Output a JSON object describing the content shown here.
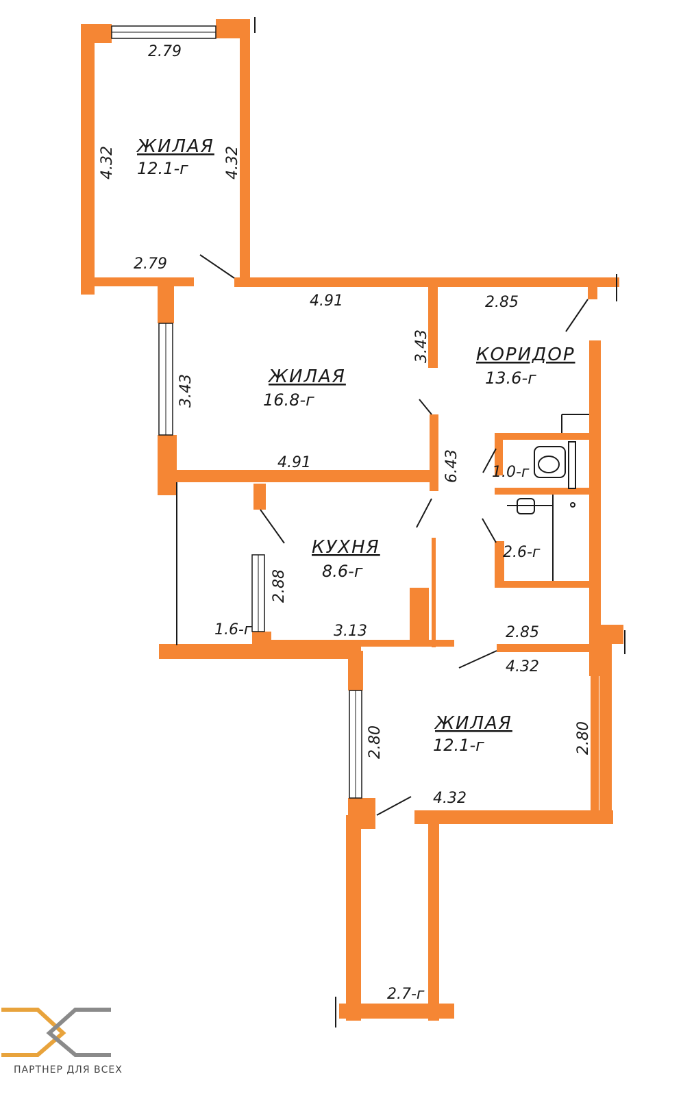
{
  "colors": {
    "wall": "#f58634",
    "line": "#1a1a1a",
    "logo_orange": "#e8a33c",
    "logo_gray": "#8a8a8a"
  },
  "rooms": [
    {
      "name": "ЖИЛАЯ",
      "area": "12.1-г"
    },
    {
      "name": "ЖИЛАЯ",
      "area": "16.8-г"
    },
    {
      "name": "КОРИДОР",
      "area": "13.6-г"
    },
    {
      "name": "КУХНЯ",
      "area": "8.6-г"
    },
    {
      "name": "ЖИЛАЯ",
      "area": "12.1-г"
    }
  ],
  "small_areas": [
    "1.0-г",
    "2.6-г",
    "1.6-г",
    "2.7-г"
  ],
  "dimensions": {
    "room1_top": "2.79",
    "room1_left": "4.32",
    "room1_right": "4.32",
    "room1_bottom": "2.79",
    "room2_top": "4.91",
    "room2_left": "3.43",
    "room2_right": "3.43",
    "room2_bottom": "4.91",
    "corridor_top": "2.85",
    "corridor_long": "6.43",
    "kitchen_left": "2.88",
    "kitchen_bottom": "3.13",
    "room5_top1": "2.85",
    "room5_top2": "4.32",
    "room5_left": "2.80",
    "room5_right": "2.80",
    "room5_bottom": "4.32"
  },
  "logo": {
    "tagline": "ПАРТНЕР ДЛЯ ВСЕХ"
  }
}
